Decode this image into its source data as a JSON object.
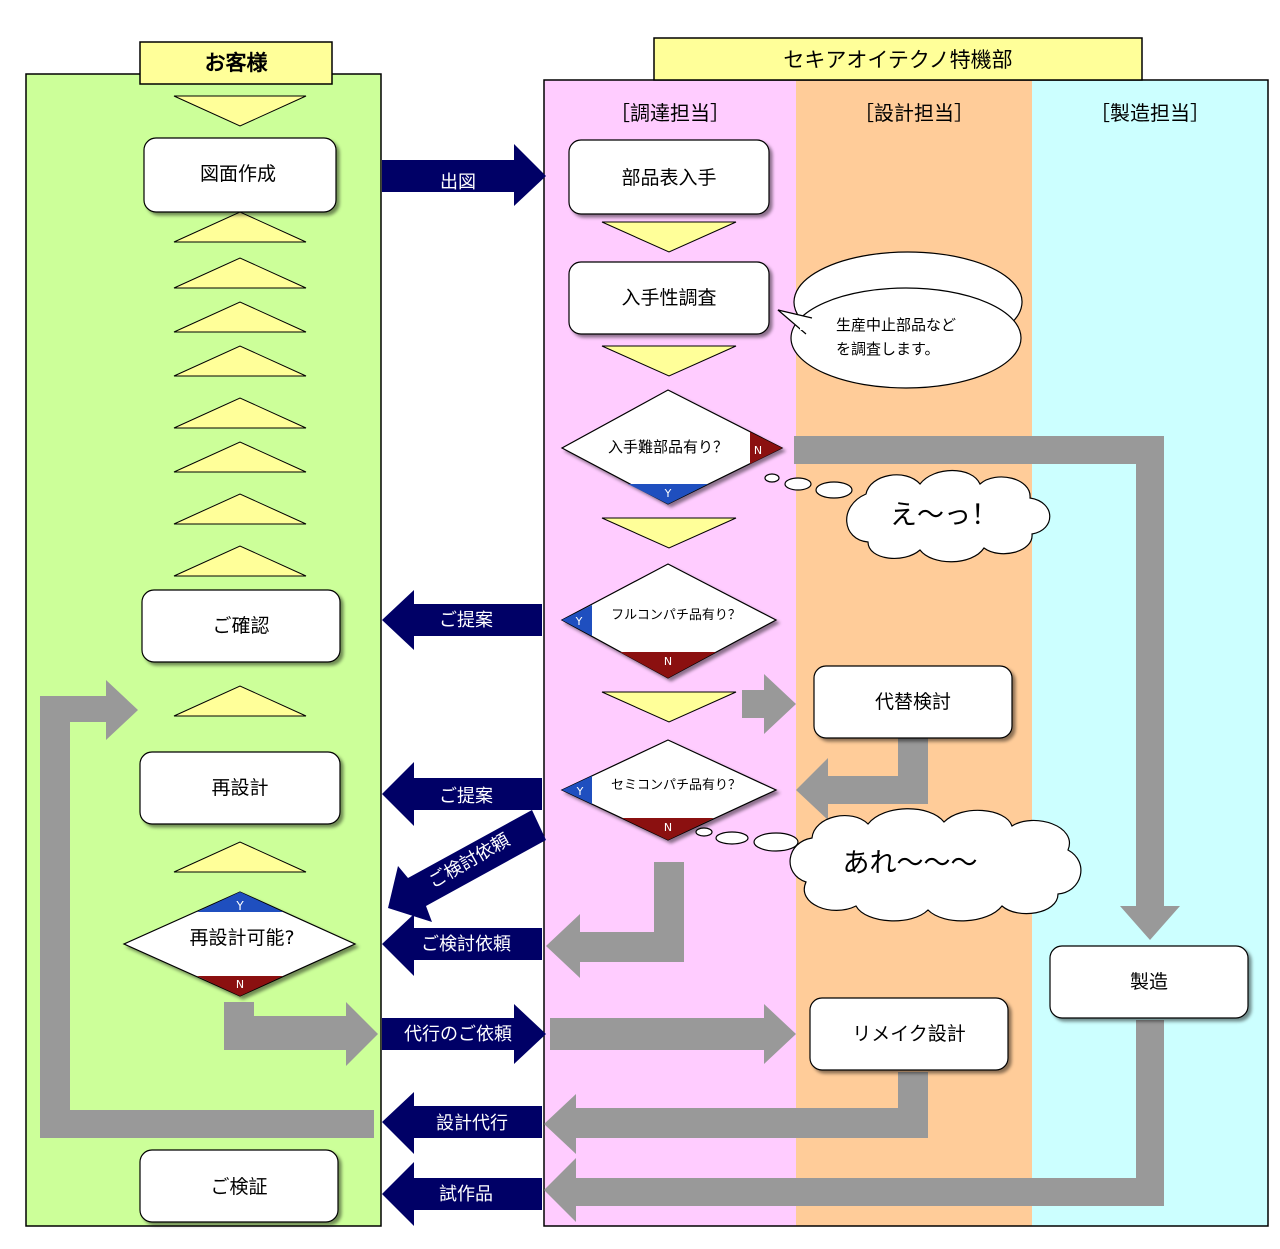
{
  "customer": {
    "header": "お客様",
    "steps": {
      "drawing": "図面作成",
      "confirm": "ご確認",
      "redesign": "再設計",
      "verify": "ご検証"
    },
    "decision": {
      "label": "再設計可能?",
      "yes": "Y",
      "no": "N"
    }
  },
  "company": {
    "header": "セキアオイテクノ特機部",
    "lanes": {
      "procurement": "［調達担当］",
      "design": "［設計担当］",
      "manufacturing": "［製造担当］"
    },
    "steps": {
      "parts_list": "部品表入手",
      "availability": "入手性調査",
      "alternative": "代替検討",
      "remake": "リメイク設計",
      "manufacture": "製造"
    },
    "decisions": {
      "hard_to_get": {
        "label": "入手難部品有り？",
        "yes": "Y",
        "no": "N"
      },
      "full_compat": {
        "label": "フルコンパチ品有り？",
        "yes": "Y",
        "no": "N"
      },
      "semi_compat": {
        "label": "セミコンパチ品有り？",
        "yes": "Y",
        "no": "N"
      }
    },
    "notes": {
      "survey": [
        "生産中止部品など",
        "を調査します。"
      ],
      "surprise": "え～っ！",
      "puzzled": "あれ～～～"
    }
  },
  "arrows": {
    "drawing_out": "出図",
    "proposal_1": "ご提案",
    "proposal_2": "ご提案",
    "review_request_diag": "ご検討依頼",
    "review_request": "ご検討依頼",
    "delegate_request": "代行のご依頼",
    "design_delegate": "設計代行",
    "prototype": "試作品"
  },
  "colors": {
    "customer_lane": "#ccff99",
    "procurement_lane": "#ffccff",
    "design_lane": "#ffcc99",
    "manufacturing_lane": "#ccffff",
    "header_fill": "#ffff99",
    "chevron_fill": "#ffff99",
    "navy_arrow": "#000066",
    "gray_arrow": "#999999",
    "yes_band": "#1f4fbf",
    "no_band": "#8b1010"
  }
}
